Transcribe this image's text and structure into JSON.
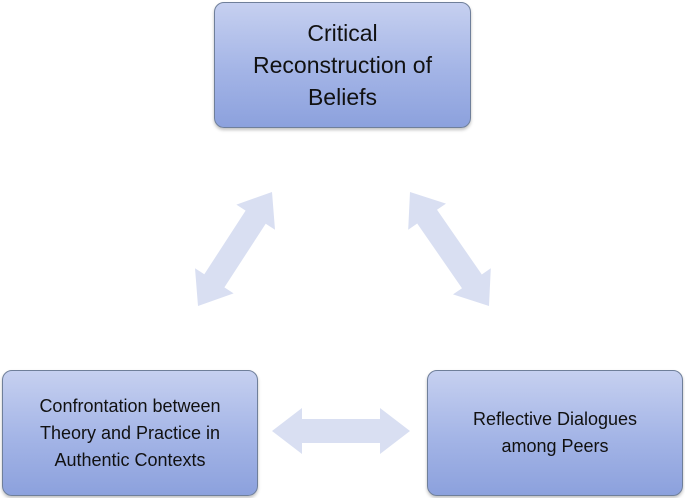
{
  "diagram": {
    "nodes": {
      "top": {
        "label": "Critical\nReconstruction of\nBeliefs"
      },
      "left": {
        "label": "Confrontation between\nTheory and Practice in\nAuthentic Contexts"
      },
      "right": {
        "label": "Reflective Dialogues\namong Peers"
      }
    },
    "arrows": [
      {
        "from": "top",
        "to": "left",
        "type": "bidirectional"
      },
      {
        "from": "top",
        "to": "right",
        "type": "bidirectional"
      },
      {
        "from": "left",
        "to": "right",
        "type": "bidirectional"
      }
    ],
    "colors": {
      "node_fill_top": "#c6d0f0",
      "node_fill_bottom": "#8ca1dd",
      "node_border": "#6f7f9a",
      "arrow_fill": "#d9dff2"
    }
  }
}
